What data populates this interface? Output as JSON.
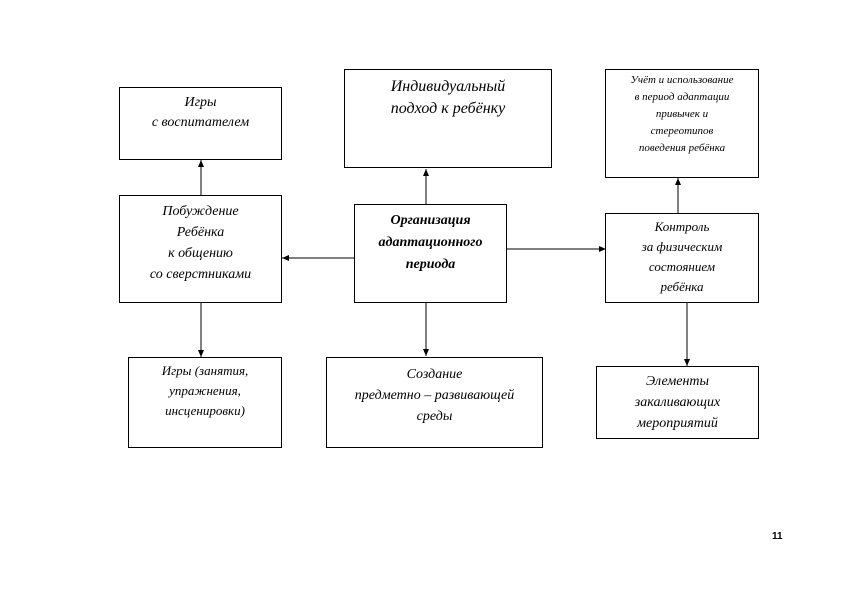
{
  "diagram": {
    "center": {
      "lines": [
        "Организация",
        "адаптационного",
        "периода"
      ]
    },
    "individual": {
      "lines": [
        "Индивидуальный",
        "подход к ребёнку"
      ]
    },
    "games_teacher": {
      "lines": [
        "Игры",
        "с воспитателем"
      ]
    },
    "motivation": {
      "lines": [
        "Побуждение",
        "Ребёнка",
        "к общению",
        "со сверстниками"
      ]
    },
    "games_activities": {
      "lines": [
        "Игры (занятия,",
        "упражнения,",
        "инсценировки)"
      ]
    },
    "environment": {
      "lines": [
        "Создание",
        "предметно – развивающей",
        "среды"
      ]
    },
    "habits": {
      "lines": [
        "Учёт и использование",
        "в период адаптации",
        "привычек и",
        "стереотипов",
        "поведения ребёнка"
      ]
    },
    "control": {
      "lines": [
        "Контроль",
        "за физическим",
        "состоянием",
        "ребёнка"
      ]
    },
    "hardening": {
      "lines": [
        "Элементы",
        "закаливающих",
        "мероприятий"
      ]
    }
  },
  "page_number": "11"
}
